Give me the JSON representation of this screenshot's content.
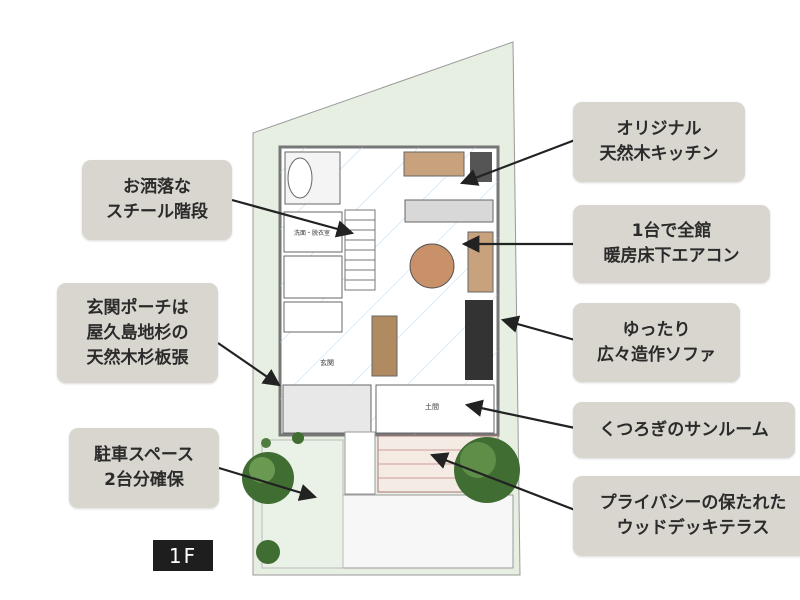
{
  "floor_label": "1F",
  "rooms": {
    "entrance": "玄関",
    "doma": "土間",
    "washroom": "洗面・脱衣室"
  },
  "callouts": [
    {
      "lines": [
        "オリジナル",
        "天然木キッチン"
      ]
    },
    {
      "lines": [
        "1台で全館",
        "暖房床下エアコン"
      ]
    },
    {
      "lines": [
        "ゆったり",
        "広々造作ソファ"
      ]
    },
    {
      "lines": [
        "くつろぎのサンルーム"
      ]
    },
    {
      "lines": [
        "プライバシーの保たれた",
        "ウッドデッキテラス"
      ]
    },
    {
      "lines": [
        "お洒落な",
        "スチール階段"
      ]
    },
    {
      "lines": [
        "玄関ポーチは",
        "屋久島地杉の",
        "天然木杉板張"
      ]
    },
    {
      "lines": [
        "駐車スペース",
        "2台分確保"
      ]
    }
  ],
  "colors": {
    "site": "#e6efe1",
    "callout": "#d9d6cf",
    "arrow": "#222222"
  }
}
